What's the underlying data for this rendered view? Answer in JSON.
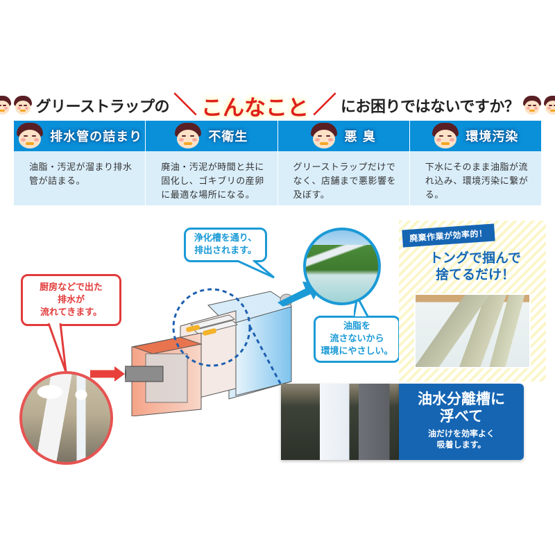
{
  "headline": {
    "prefix": "グリーストラップの",
    "slash_left": "＼",
    "emphasis": "こんなこと",
    "slash_right": "／",
    "suffix": "にお困りではないですか？",
    "icons": [
      "worried-kid-face-icon",
      "worried-kid-face-icon",
      "worried-kid-face-icon",
      "worried-kid-face-icon"
    ]
  },
  "problems": [
    {
      "icon": "sweating-kid-face-icon",
      "title": "排水管の詰まり",
      "description": "油脂・汚泥が溜まり排水管が詰まる。"
    },
    {
      "icon": "disgusted-kid-face-icon",
      "title": "不衛生",
      "description": "廃油・汚泥が時間と共に固化し、ゴキブリの産卵に最適な場所になる。"
    },
    {
      "icon": "smelly-kid-face-icon",
      "title": "悪 臭",
      "description": "グリーストラップだけでなく、店舗まで悪影響を及ぼす。"
    },
    {
      "icon": "crying-kid-face-icon",
      "title": "環境汚染",
      "description": "下水にそのまま油脂が流れ込み、環境汚染に繋がる。"
    }
  ],
  "diagram": {
    "kitchen_bubble": "厨房などで出た\n排水が\n流れてきます。",
    "purify_bubble": "浄化槽を通り、\n排出されます。",
    "eco_bubble": "油脂を\n流さないから\n環境にやさしい。",
    "kitchen_photo": "kitchen-chefs-photo",
    "nature_photo": "mountain-river-photo",
    "tank_illustration": "grease-trap-tank-illustration"
  },
  "tip": {
    "tag": "廃棄作業が効率的！",
    "title": "トングで掴んで\n捨てるだけ！",
    "photo": "tongs-grease-sheet-photo"
  },
  "trap": {
    "photo": "grease-trap-sheet-photo",
    "title": "油水分離槽に\n浮べて",
    "subtitle": "油だけを効率よく\n吸着します。"
  },
  "colors": {
    "header_blue": "#0a8fd9",
    "body_blue": "#daeefa",
    "accent_red": "#e0201c",
    "panel_blue": "#1565b3",
    "bubble_blue": "#1b9ad6",
    "bubble_red": "#e23b3b"
  }
}
